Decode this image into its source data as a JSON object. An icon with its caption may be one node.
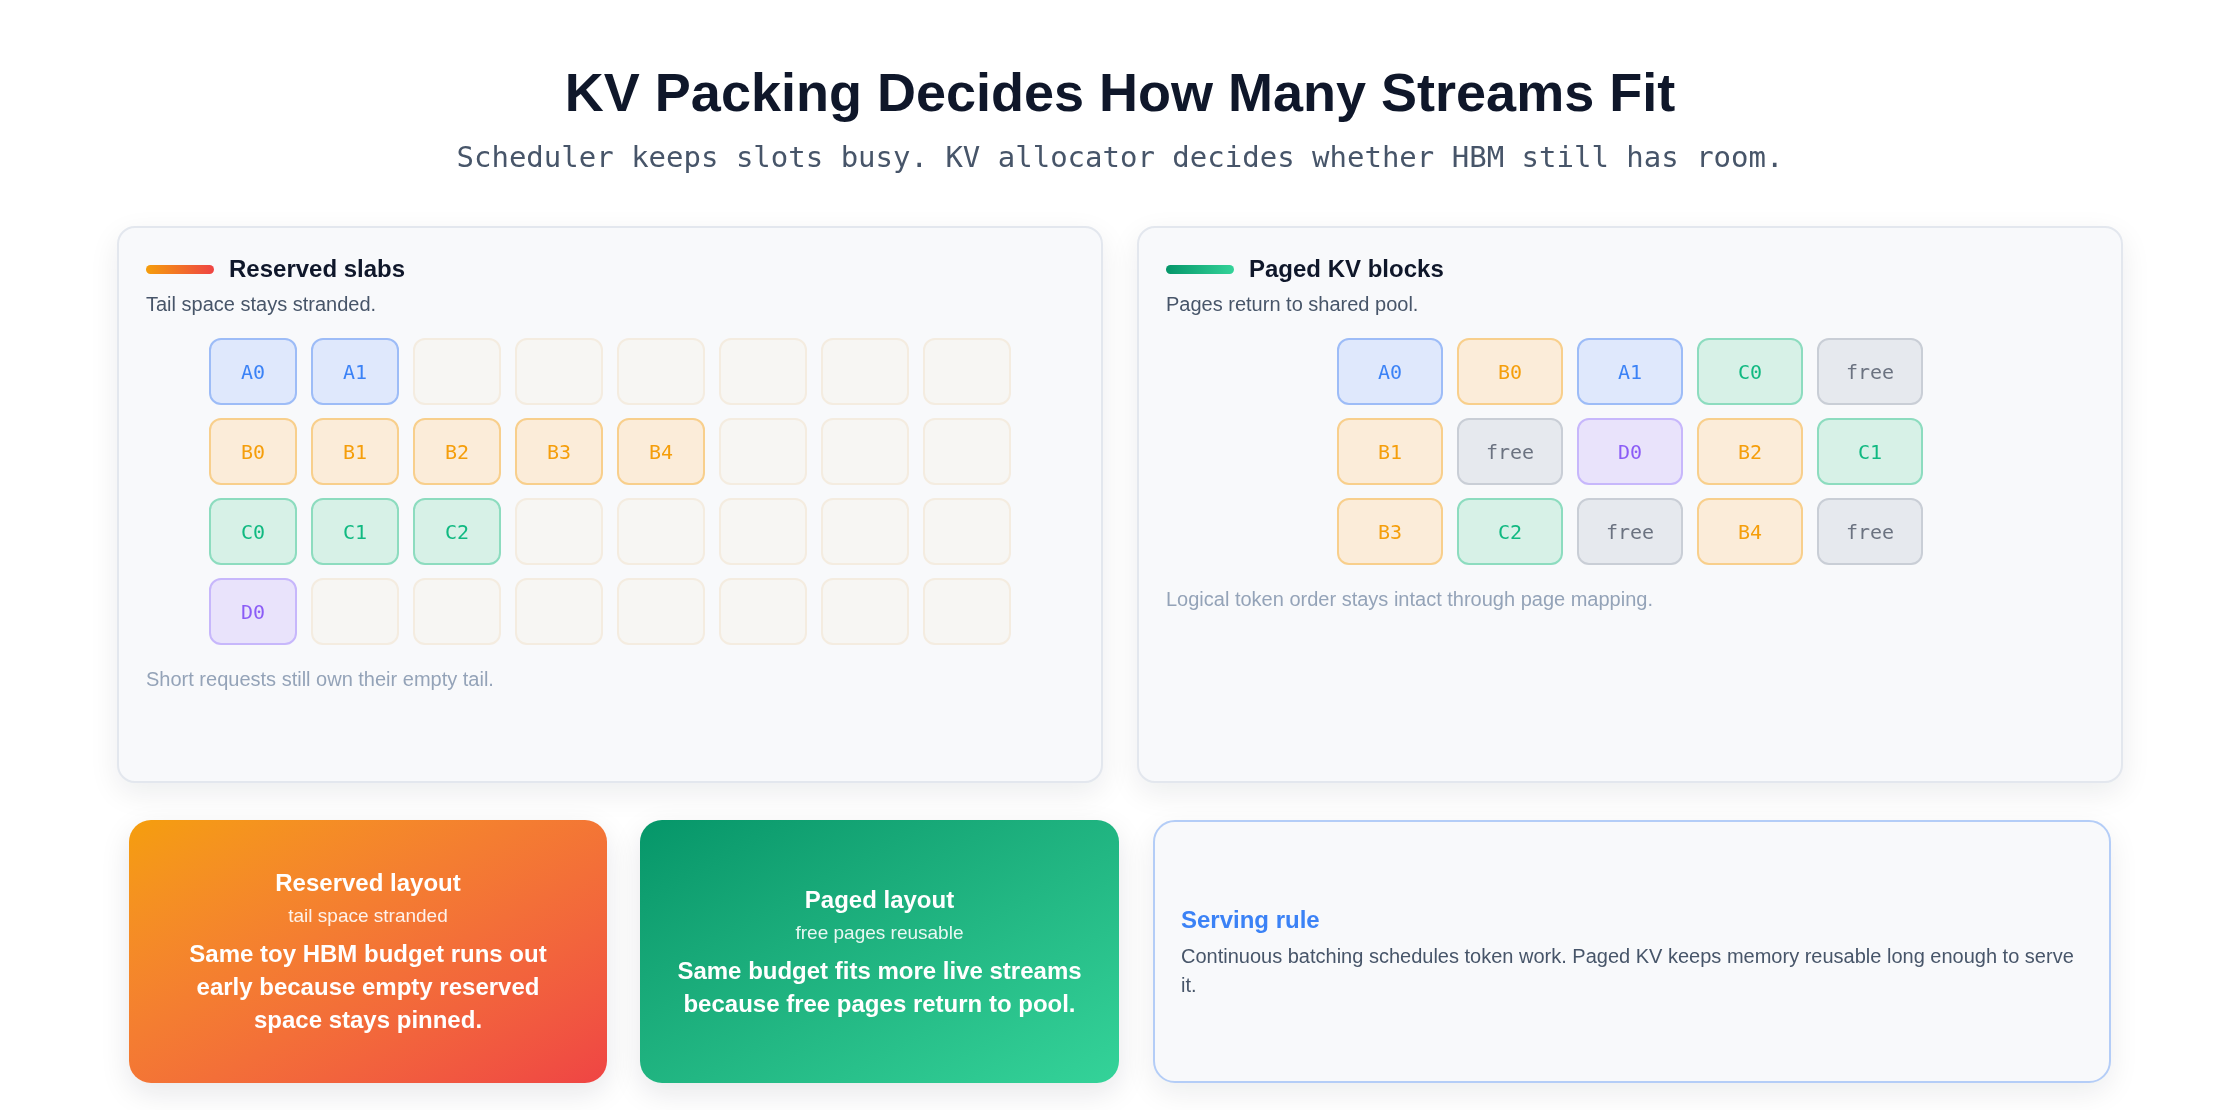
{
  "diagram": {
    "title": "KV Packing Decides How Many Streams Fit",
    "caption": "Scheduler keeps slots busy. KV allocator decides whether HBM still has room.",
    "nodes": [
      {
        "text": [
          "Reserved slabs",
          "Tail space stays stranded.",
          "Short requests still own their empty tail."
        ]
      },
      {
        "text": [
          "A0"
        ],
        "in": 0
      },
      {
        "text": [
          "A1"
        ],
        "in": 0
      },
      {
        "text": [],
        "shape": "box",
        "in": 0
      },
      {
        "text": [],
        "shape": "box",
        "in": 0
      },
      {
        "text": [],
        "shape": "box",
        "in": 0
      },
      {
        "text": [],
        "shape": "box",
        "in": 0
      },
      {
        "text": [],
        "shape": "box",
        "in": 0
      },
      {
        "text": [],
        "shape": "box",
        "in": 0
      },
      {
        "text": [
          "B0"
        ],
        "in": 0
      },
      {
        "text": [
          "B1"
        ],
        "in": 0
      },
      {
        "text": [
          "B2"
        ],
        "in": 0
      },
      {
        "text": [
          "B3"
        ],
        "in": 0
      },
      {
        "text": [
          "B4"
        ],
        "in": 0
      },
      {
        "text": [],
        "shape": "box",
        "in": 0
      },
      {
        "text": [],
        "shape": "box",
        "in": 0
      },
      {
        "text": [],
        "shape": "box",
        "in": 0
      },
      {
        "text": [
          "C0"
        ],
        "in": 0
      },
      {
        "text": [
          "C1"
        ],
        "in": 0
      },
      {
        "text": [
          "C2"
        ],
        "in": 0
      },
      {
        "text": [],
        "shape": "box",
        "in": 0
      },
      {
        "text": [],
        "shape": "box",
        "in": 0
      },
      {
        "text": [],
        "shape": "box",
        "in": 0
      },
      {
        "text": [],
        "shape": "box",
        "in": 0
      },
      {
        "text": [],
        "shape": "box",
        "in": 0
      },
      {
        "text": [
          "D0"
        ],
        "in": 0
      },
      {
        "text": [],
        "shape": "box",
        "in": 0
      },
      {
        "text": [],
        "shape": "box",
        "in": 0
      },
      {
        "text": [],
        "shape": "box",
        "in": 0
      },
      {
        "text": [],
        "shape": "box",
        "in": 0
      },
      {
        "text": [],
        "shape": "box",
        "in": 0
      },
      {
        "text": [],
        "shape": "box",
        "in": 0
      },
      {
        "text": [],
        "shape": "box",
        "in": 0
      },
      {
        "text": [
          "Paged KV blocks",
          "Pages return to shared pool.",
          "Logical token order stays intact through page mapping."
        ]
      },
      {
        "text": [
          "A0"
        ],
        "in": 33
      },
      {
        "text": [
          "B0"
        ],
        "in": 33
      },
      {
        "text": [
          "A1"
        ],
        "in": 33
      },
      {
        "text": [
          "C0"
        ],
        "in": 33
      },
      {
        "text": [
          "free"
        ],
        "in": 33
      },
      {
        "text": [
          "B1"
        ],
        "in": 33
      },
      {
        "text": [
          "free"
        ],
        "in": 33
      },
      {
        "text": [
          "D0"
        ],
        "in": 33
      },
      {
        "text": [
          "B2"
        ],
        "in": 33
      },
      {
        "text": [
          "C1"
        ],
        "in": 33
      },
      {
        "text": [
          "B3"
        ],
        "in": 33
      },
      {
        "text": [
          "C2"
        ],
        "in": 33
      },
      {
        "text": [
          "free"
        ],
        "in": 33
      },
      {
        "text": [
          "B4"
        ],
        "in": 33
      },
      {
        "text": [
          "free"
        ],
        "in": 33
      },
      {
        "text": [
          "Reserved layout",
          "tail space stranded",
          "Same toy HBM budget runs out early because empty reserved space stays pinned."
        ]
      },
      {
        "text": [
          "Paged layout",
          "free pages reusable",
          "Same budget fits more live streams because free pages return to pool."
        ]
      },
      {
        "text": [
          "Serving rule",
          "Continuous batching schedules token work. Paged KV keeps memory reusable long enough to serve it."
        ]
      }
    ]
  }
}
